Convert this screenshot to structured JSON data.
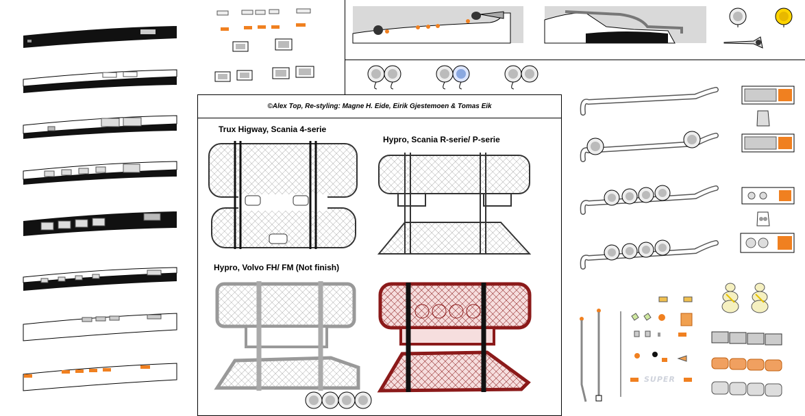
{
  "credits": "©Alex Top, Re-styling:  Magne H. Eide, Eirik Gjestemoen & Tomas Eik",
  "grilles": [
    {
      "title": "Trux Higway, Scania 4-serie",
      "color": "#ffffff"
    },
    {
      "title": "Hypro, Scania R-serie/ P-serie",
      "color": "#ffffff"
    },
    {
      "title": "Hypro, Volvo FH/ FM (Not finish)",
      "color": "#ffffff"
    },
    {
      "title": "",
      "color": "#8b1a1a"
    }
  ],
  "super_logo": "SUPER",
  "icons": {
    "lamp": "spot-lamp-icon",
    "horn": "air-horn-icon",
    "mascot": "tire-mascot-icon"
  },
  "colors": {
    "amber": "#f08020",
    "yellow_lamp": "#ffd400",
    "dark_bar": "#111111",
    "grille_red": "#8b1a1a"
  }
}
